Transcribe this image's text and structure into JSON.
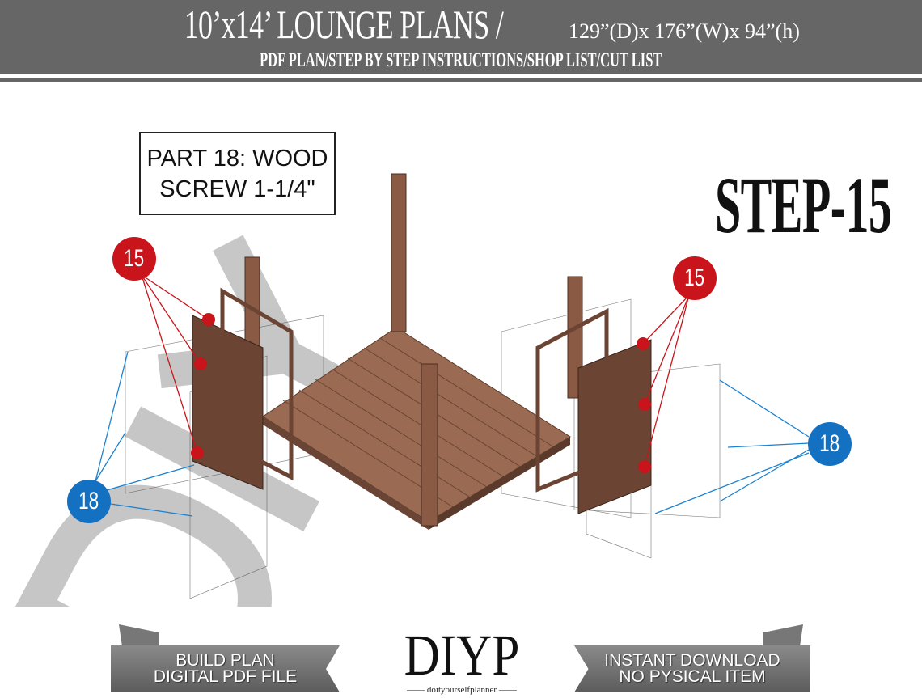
{
  "header": {
    "title": "10’x14’ LOUNGE PLANS /",
    "dimensions": "129”(D)x 176”(W)x 94”(h)",
    "subtitle": "PDF PLAN/STEP BY STEP INSTRUCTIONS/SHOP LIST/CUT LIST"
  },
  "diagram": {
    "callout_line1": "PART 18: WOOD",
    "callout_line2": "SCREW 1-1/4\"",
    "step": "STEP-15",
    "markers": [
      {
        "label": "15",
        "color": "#c8141a"
      },
      {
        "label": "15",
        "color": "#c8141a"
      },
      {
        "label": "18",
        "color": "#1470c0"
      },
      {
        "label": "18",
        "color": "#1470c0"
      }
    ],
    "watermark": "DIY"
  },
  "footer": {
    "left_line1": "BUILD PLAN",
    "left_line2": "DIGITAL PDF FILE",
    "logo": "DIYP",
    "logo_tag": "—— doityourselfplanner ——",
    "right_line1": "INSTANT DOWNLOAD",
    "right_line2": "NO PYSICAL ITEM"
  },
  "colors": {
    "header": "#666666",
    "wood": "#8a5a44",
    "red": "#c8141a",
    "blue": "#1470c0"
  }
}
